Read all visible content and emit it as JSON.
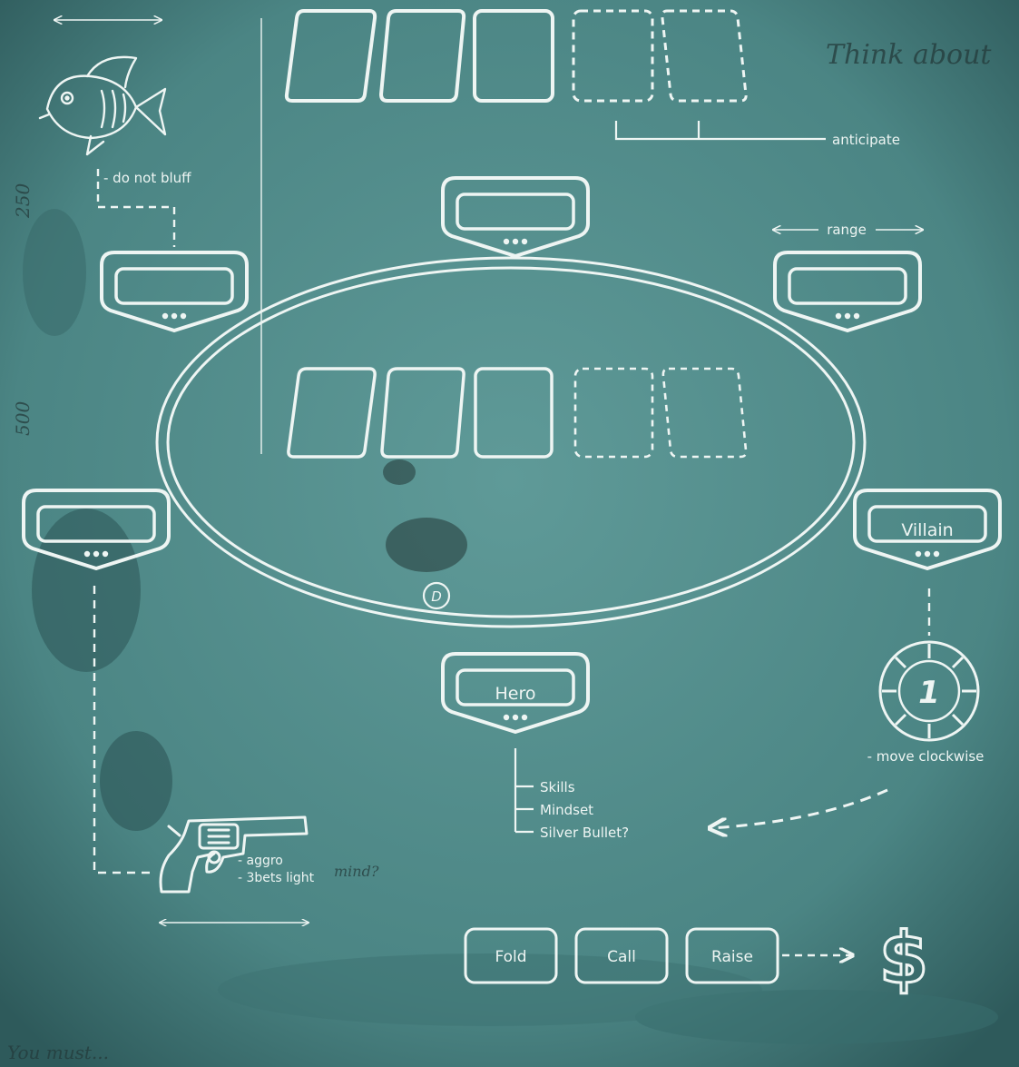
{
  "colors": {
    "paper": "#4f8a8a",
    "paper_dark": "#2f5c5e",
    "line": "#eef5f3",
    "stain": "#1e2e2c"
  },
  "top_note": "Think about",
  "board_note": "anticipate",
  "range_label": "range",
  "fish": {
    "icon": "fish-icon",
    "note": "- do not bluff"
  },
  "side_numbers": {
    "upper": "250",
    "lower": "500"
  },
  "seats": {
    "top": "",
    "upper_left": "",
    "upper_right": "",
    "left": "",
    "right": "Villain",
    "bottom": "Hero"
  },
  "dealer_button": "D",
  "chip": {
    "icon": "poker-chip-icon",
    "value": "1",
    "note": "- move clockwise"
  },
  "hero_notes": [
    "Skills",
    "Mindset",
    "Silver Bullet?"
  ],
  "gun": {
    "icon": "revolver-icon",
    "notes": [
      "- aggro",
      "- 3bets light"
    ],
    "scribble": "mind?"
  },
  "actions": {
    "fold": "Fold",
    "call": "Call",
    "raise": "Raise"
  },
  "dollar": {
    "icon": "dollar-icon",
    "symbol": "$"
  },
  "bottom_scribble": "You must..."
}
